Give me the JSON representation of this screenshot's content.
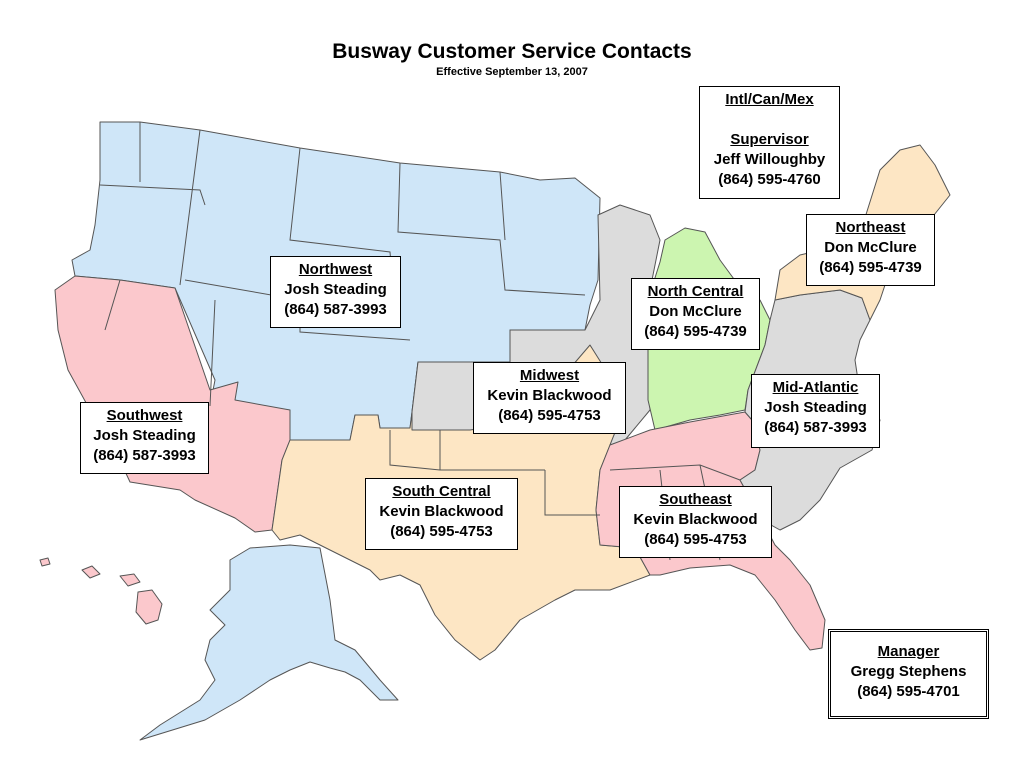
{
  "title": "Busway Customer Service Contacts",
  "subtitle": "Effective September 13, 2007",
  "colors": {
    "northwest": "#cfe6f8",
    "southwest": "#fbc8cc",
    "south_central": "#fde6c4",
    "midwest": "#dcdcdc",
    "north_central": "#ccf5b0",
    "southeast": "#fbc8cc",
    "mid_atlantic": "#dcdcdc",
    "northeast": "#fde6c4",
    "borders": "#555555"
  },
  "regions": {
    "intl": {
      "heading": "Intl/Can/Mex",
      "role": "Supervisor",
      "name": "Jeff Willoughby",
      "phone": "(864) 595-4760"
    },
    "northeast": {
      "heading": "Northeast",
      "name": "Don McClure",
      "phone": "(864) 595-4739"
    },
    "northwest": {
      "heading": "Northwest",
      "name": "Josh Steading",
      "phone": "(864) 587-3993"
    },
    "north_central": {
      "heading": "North Central",
      "name": "Don McClure",
      "phone": "(864) 595-4739"
    },
    "midwest": {
      "heading": "Midwest",
      "name": "Kevin Blackwood",
      "phone": "(864) 595-4753"
    },
    "mid_atlantic": {
      "heading": "Mid-Atlantic",
      "name": "Josh Steading",
      "phone": "(864) 587-3993"
    },
    "southwest": {
      "heading": "Southwest",
      "name": "Josh Steading",
      "phone": "(864) 587-3993"
    },
    "south_central": {
      "heading": "South Central",
      "name": "Kevin Blackwood",
      "phone": "(864) 595-4753"
    },
    "southeast": {
      "heading": "Southeast",
      "name": "Kevin Blackwood",
      "phone": "(864) 595-4753"
    },
    "manager": {
      "heading": "Manager",
      "name": "Gregg Stephens",
      "phone": "(864) 595-4701"
    }
  }
}
